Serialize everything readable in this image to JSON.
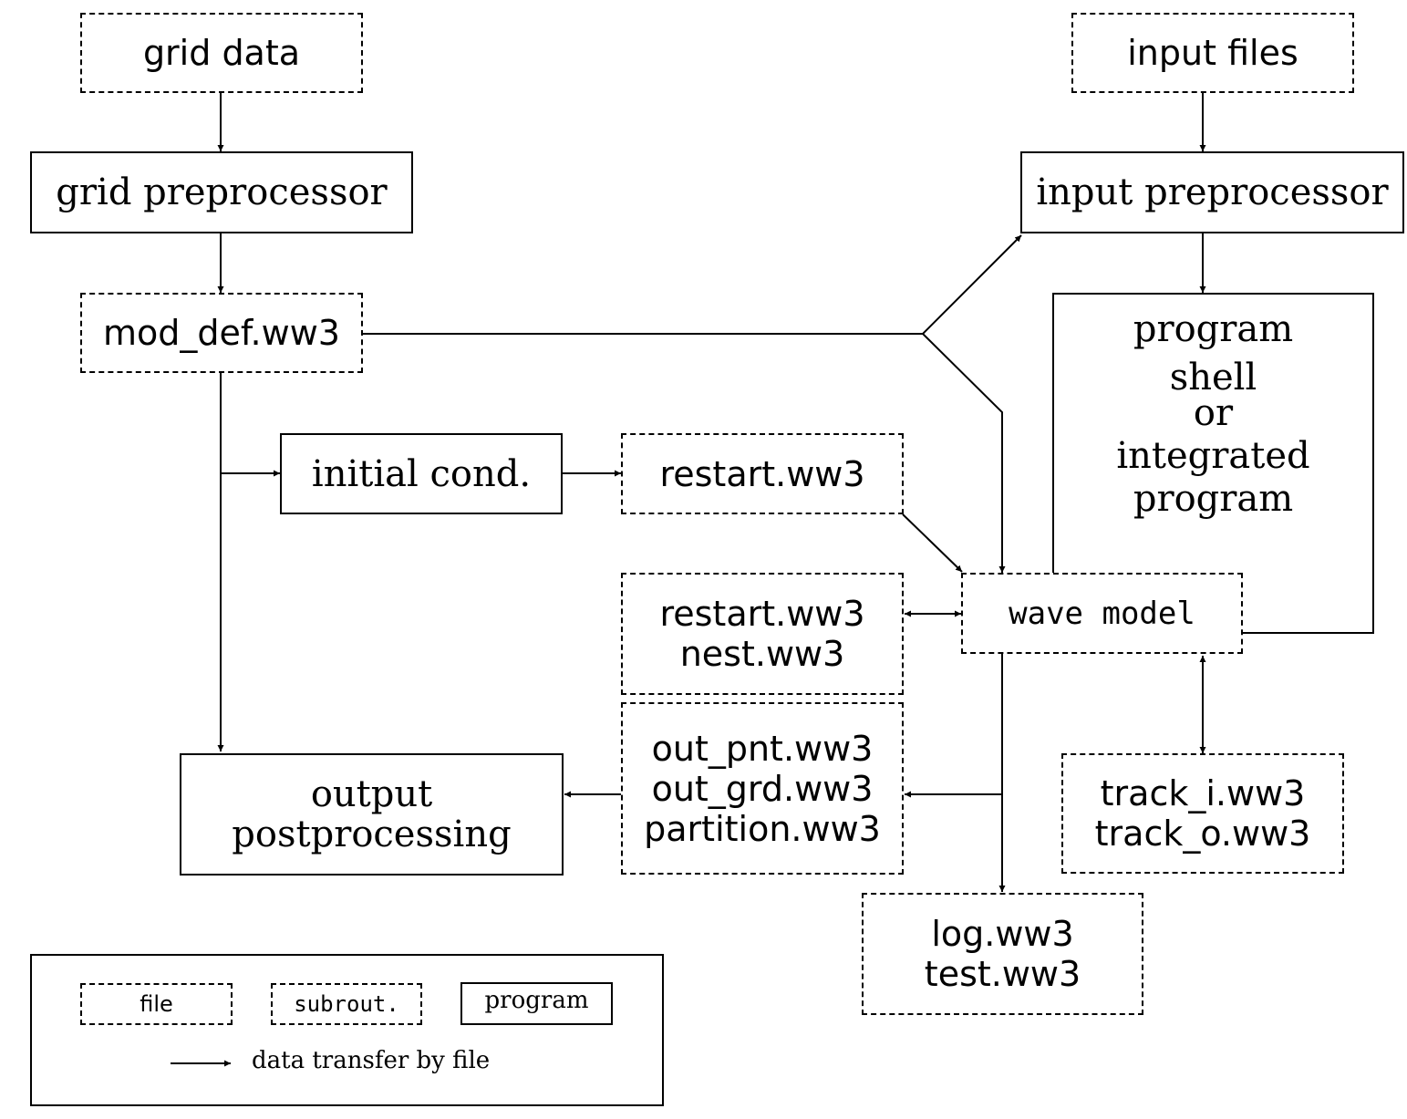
{
  "nodes": {
    "grid_data": "grid data",
    "input_files": "input files",
    "grid_preprocessor": "grid preprocessor",
    "input_preprocessor": "input preprocessor",
    "mod_def": "mod_def.ww3",
    "program_shell": [
      "program",
      "shell",
      "or",
      "integrated",
      "program"
    ],
    "initial_cond": "initial cond.",
    "restart_in": "restart.ww3",
    "wave_model": "wave model",
    "restart_nest": [
      "restart.ww3",
      "nest.ww3"
    ],
    "outputs": [
      "out_pnt.ww3",
      "out_grd.ww3",
      "partition.ww3"
    ],
    "output_post": [
      "output",
      "postprocessing"
    ],
    "track": [
      "track_i.ww3",
      "track_o.ww3"
    ],
    "log_test": [
      "log.ww3",
      "test.ww3"
    ]
  },
  "legend": {
    "file": "file",
    "subrout": "subrout.",
    "program": "program",
    "arrow_label": "data transfer by file"
  }
}
